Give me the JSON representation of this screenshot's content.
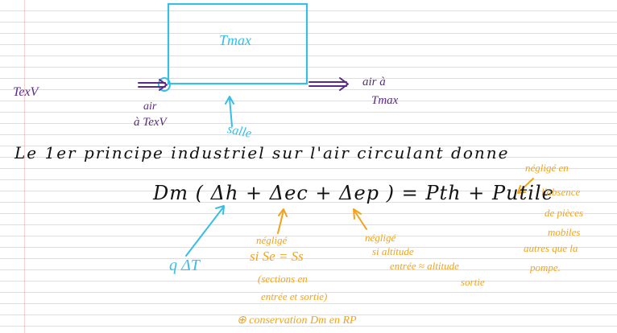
{
  "colors": {
    "black_ink": "#111111",
    "purple_ink": "#5b2a86",
    "cyan_ink": "#38bde6",
    "orange_ink": "#f2a31b",
    "ruled_line": "#cfe2f3",
    "margin_line": "#eb7878"
  },
  "diagram": {
    "room_label": "Tmax",
    "exterior_temp": "TexV",
    "inlet_label_line1": "air",
    "inlet_label_line2": "à TexV",
    "outlet_label_line1": "air à",
    "outlet_label_line2": "Tmax",
    "room_pointer_label": "salle"
  },
  "statement": {
    "intro": "Le 1er principe industriel sur l'air circulant donne"
  },
  "equation": {
    "text": "Dm ( Δh + Δec + Δep ) = Pth + Putile"
  },
  "annotations": {
    "dh_note": "q ΔT",
    "ec_line1": "négligé",
    "ec_line2": "si Se = Ss",
    "ec_line3": "(sections en",
    "ec_line4": "entrée et sortie)",
    "ep_line1": "négligé",
    "ep_line2": "si altitude",
    "ep_line3": "entrée ≈ altitude",
    "ep_line4": "sortie",
    "putile_line1": "négligé en",
    "putile_line2": "l'absence",
    "putile_line3": "de pièces",
    "putile_line4": "mobiles",
    "putile_line5": "autres que la",
    "putile_line6": "pompe.",
    "footnote": "⊕ conservation Dm en RP"
  }
}
